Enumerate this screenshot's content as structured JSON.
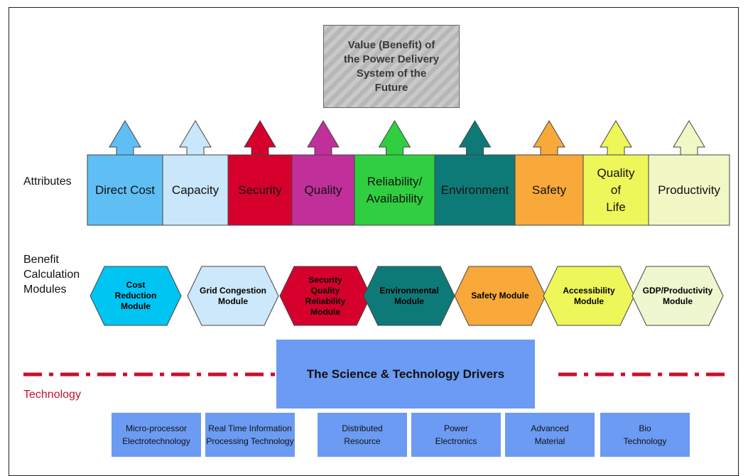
{
  "value_box": {
    "text": "Value (Benefit) of\nthe Power Delivery\nSystem of the\nFuture"
  },
  "labels": {
    "attributes": "Attributes",
    "modules": "Benefit\nCalculation\nModules",
    "technology": "Technology"
  },
  "attributes": [
    {
      "label": "Direct Cost",
      "color": "#5fbff5",
      "text_color": "#111111"
    },
    {
      "label": "Capacity",
      "color": "#c9e6fa",
      "text_color": "#111111"
    },
    {
      "label": "Security",
      "color": "#d6002d",
      "text_color": "#111111"
    },
    {
      "label": "Quality",
      "color": "#c02f9a",
      "text_color": "#111111"
    },
    {
      "label": "Reliability/\nAvailability",
      "color": "#2fcf41",
      "text_color": "#111111"
    },
    {
      "label": "Environment",
      "color": "#0e7a78",
      "text_color": "#111111"
    },
    {
      "label": "Safety",
      "color": "#f8a93a",
      "text_color": "#111111"
    },
    {
      "label": "Quality\nof\nLife",
      "color": "#edf759",
      "text_color": "#111111"
    },
    {
      "label": "Productivity",
      "color": "#f1f8c6",
      "text_color": "#111111"
    }
  ],
  "modules": [
    {
      "label": "Cost\nReduction\nModule",
      "color": "#00c4f2"
    },
    {
      "label": "Grid Congestion\nModule",
      "color": "#cde8fb"
    },
    {
      "label": "Security\nQuality\nReliability\nModule",
      "color": "#d6002d"
    },
    {
      "label": "Environmental\nModule",
      "color": "#0e7a78"
    },
    {
      "label": "Safety Module",
      "color": "#f8a93a"
    },
    {
      "label": "Accessibility\nModule",
      "color": "#edf759"
    },
    {
      "label": "GDP/Productivity\nModule",
      "color": "#eef7cf"
    }
  ],
  "drivers": {
    "label": "The Science & Technology Drivers",
    "color": "#6b9bf2"
  },
  "technologies": [
    {
      "label": "Micro-processor\nElectrotechnology"
    },
    {
      "label": "Real Time Information\nProcessing Technology"
    },
    {
      "label": "Distributed\nResource"
    },
    {
      "label": "Power\nElectronics"
    },
    {
      "label": "Advanced\nMaterial"
    },
    {
      "label": "Bio\nTechnology"
    }
  ],
  "colors": {
    "dash_line": "#c8102e",
    "tech_box": "#6b9bf2"
  }
}
